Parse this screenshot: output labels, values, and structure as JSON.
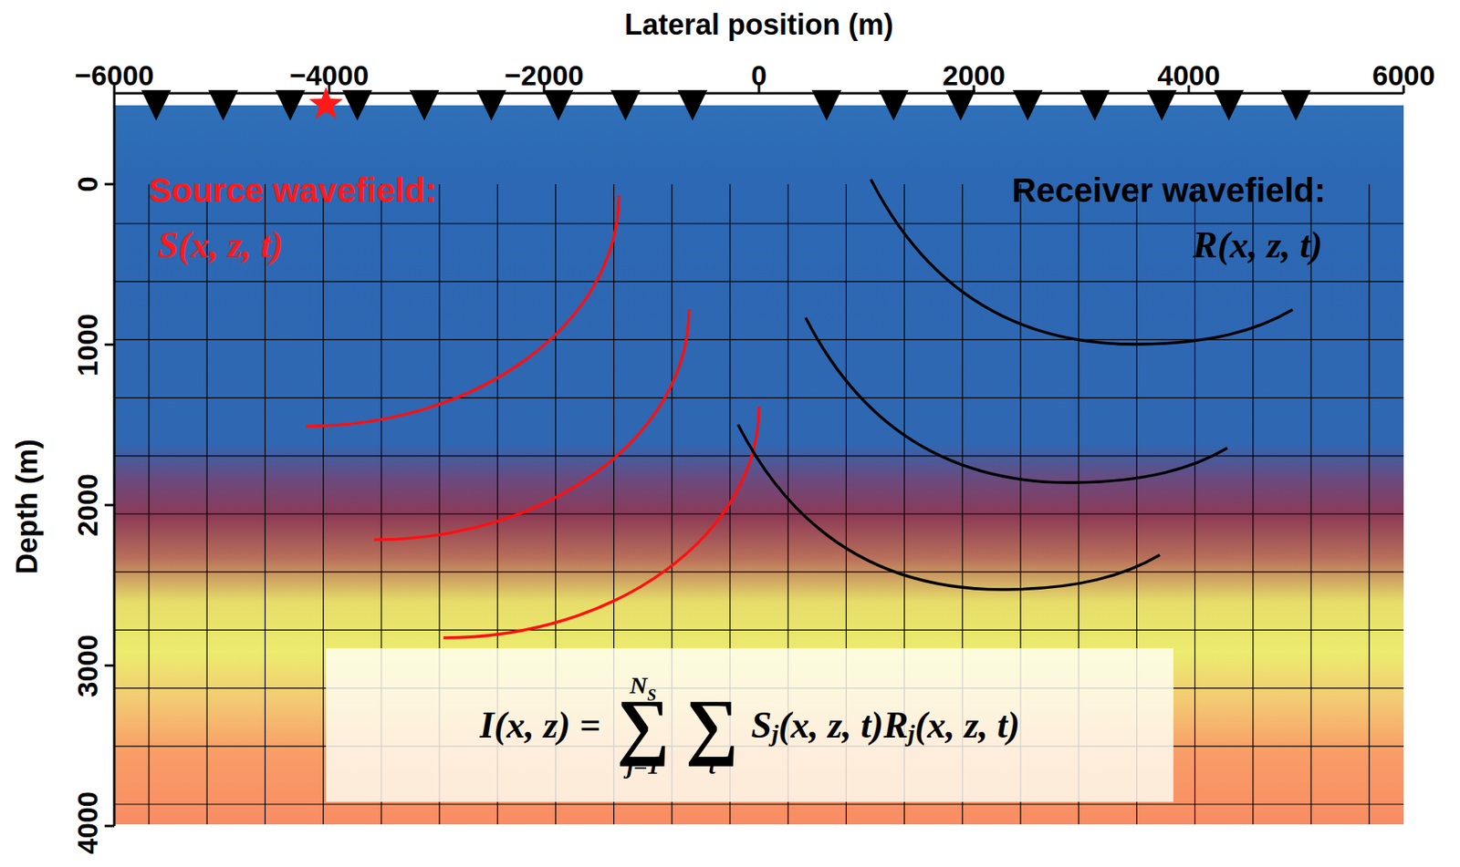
{
  "diagram": {
    "nodes": [
      {
        "text": [
          "I(x, z) =",
          "∑",
          "N",
          "S",
          "j=1",
          "∑",
          "t",
          "S",
          "j",
          "(x, z, t)",
          "R",
          "j",
          "(x, z, t)"
        ]
      }
    ],
    "labels": [
      "Lateral position (m)",
      "−6000",
      "−4000",
      "−2000",
      "0",
      "2000",
      "4000",
      "6000",
      "Depth (m)",
      "0",
      "1000",
      "2000",
      "3000",
      "4000",
      "Source wavefield:",
      "S(x, z, t)",
      "Receiver wavefield:",
      "R(x, z, t)"
    ]
  }
}
